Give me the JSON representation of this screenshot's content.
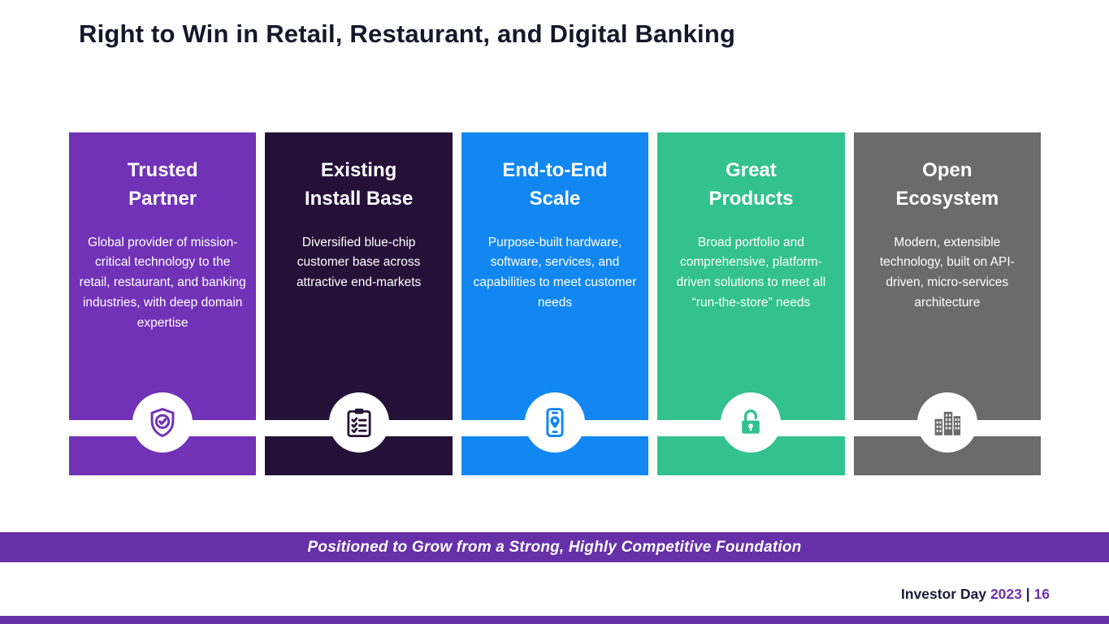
{
  "page": {
    "title": "Right to Win in Retail, Restaurant, and Digital Banking",
    "banner": "Positioned to Grow from a Strong, Highly Competitive Foundation",
    "footer": {
      "label": "Investor Day",
      "year": "2023",
      "separator": "|",
      "page_number": "16"
    },
    "colors": {
      "banner_bg": "#6630a8",
      "bottom_strip": "#6630a8",
      "footer_label": "#1b1b3a",
      "footer_accent": "#7030b0"
    }
  },
  "cards": [
    {
      "title": "Trusted\nPartner",
      "body": "Global provider of mission-critical technology to the retail, restaurant, and banking industries, with deep domain expertise",
      "color": "#7232b8",
      "icon": "shield-check-icon"
    },
    {
      "title": "Existing\nInstall Base",
      "body": "Diversified blue-chip customer base across attractive end-markets",
      "color": "#251038",
      "icon": "clipboard-checklist-icon"
    },
    {
      "title": "End-to-End\nScale",
      "body": "Purpose-built hardware, software, services, and capabilities to meet customer needs",
      "color": "#1287f2",
      "icon": "smartphone-location-icon"
    },
    {
      "title": "Great\nProducts",
      "body": "Broad portfolio and comprehensive, platform-driven solutions to meet all “run-the-store” needs",
      "color": "#32c18f",
      "icon": "open-padlock-icon"
    },
    {
      "title": "Open\nEcosystem",
      "body": "Modern, extensible technology, built on API-driven, micro-services architecture",
      "color": "#6b6b6b",
      "icon": "city-buildings-icon"
    }
  ]
}
